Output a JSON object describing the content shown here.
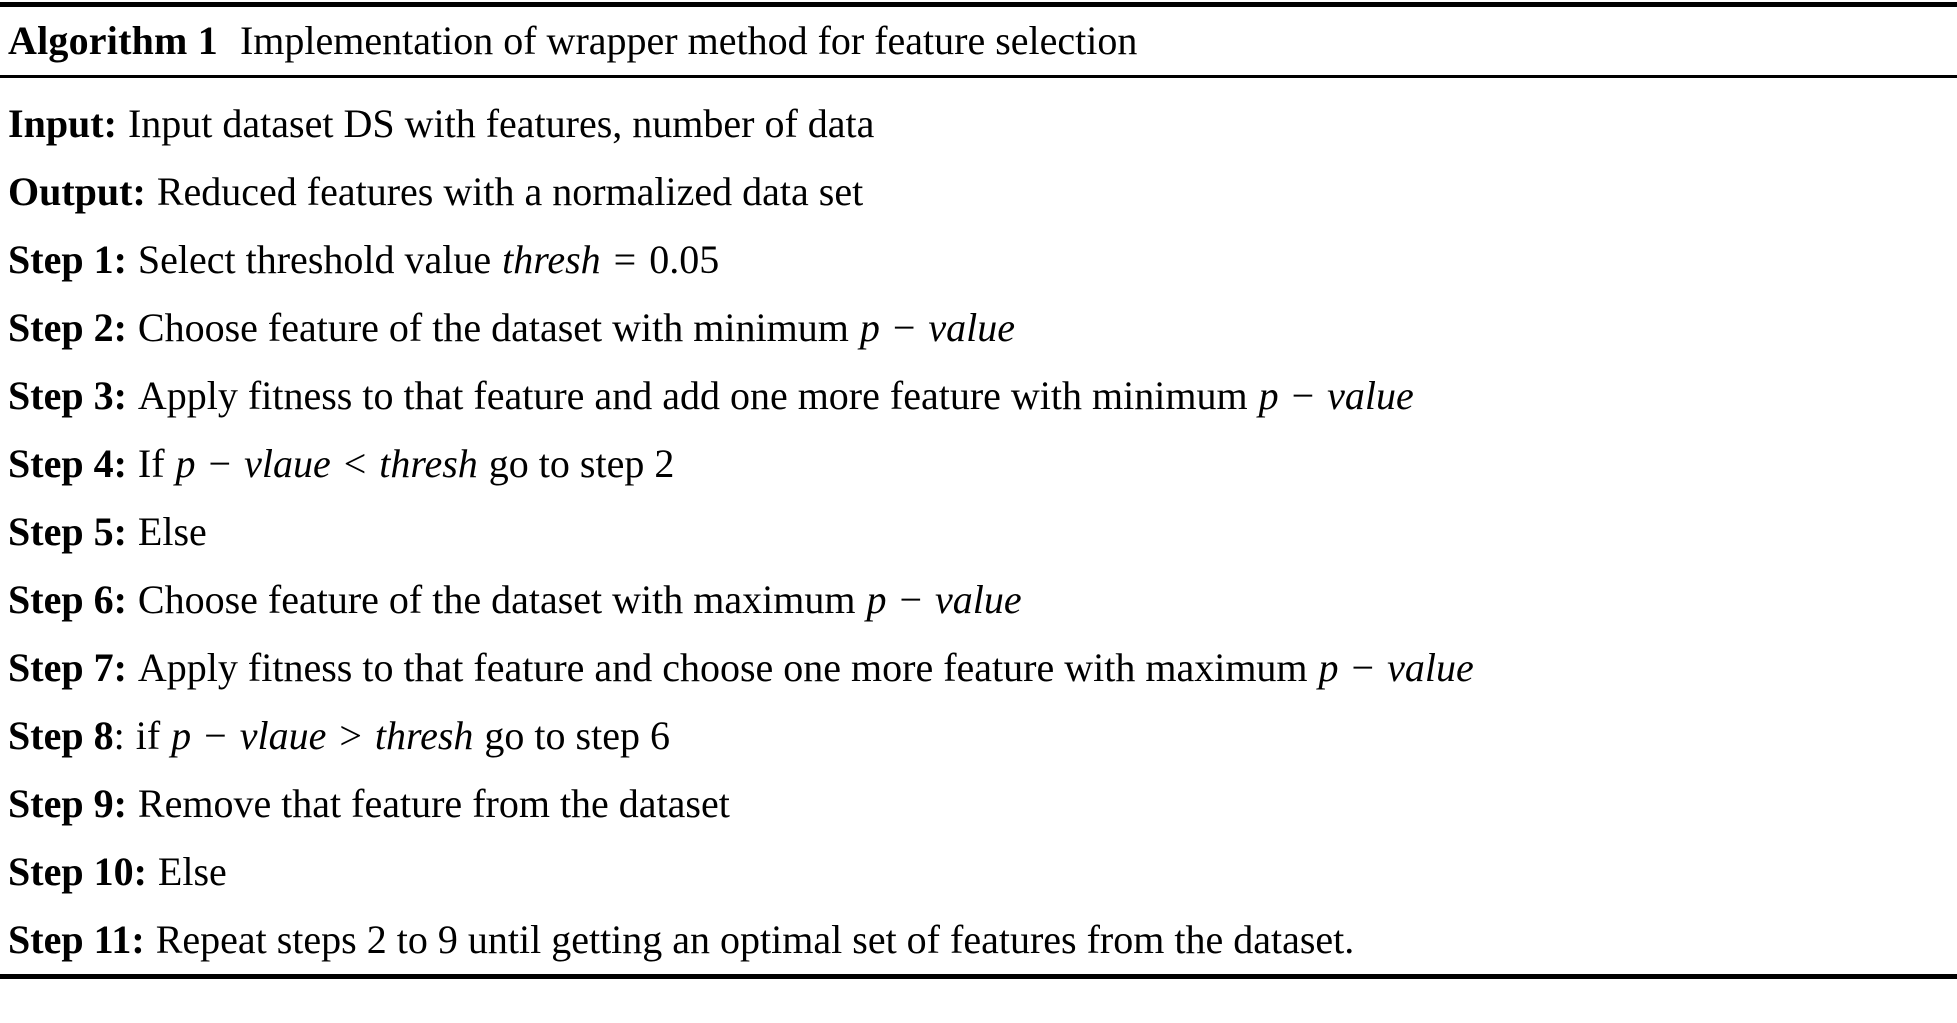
{
  "header": {
    "algorithm_label": "Algorithm 1",
    "title": "Implementation of wrapper method for feature selection"
  },
  "lines": [
    {
      "label": "Input:",
      "text": "Input dataset DS with features, number of data"
    },
    {
      "label": "Output:",
      "text": "Reduced features with a normalized data set"
    },
    {
      "label": "Step 1:",
      "pre": "Select threshold value",
      "math1": "thresh",
      "op": "=",
      "post": "0.05"
    },
    {
      "label": "Step 2:",
      "pre": "Choose feature of the dataset with minimum",
      "math1": "p",
      "op": "−",
      "math2": "value"
    },
    {
      "label": "Step 3:",
      "pre": "Apply fitness to that feature and add one more feature with minimum",
      "math1": "p",
      "op": "−",
      "math2": "value"
    },
    {
      "label": "Step 4:",
      "pre": "If",
      "math1": "p",
      "op": "−",
      "math2": "vlaue",
      "op2": "<",
      "math3": "thresh",
      "post": "go to step 2"
    },
    {
      "label": "Step 5:",
      "text": "Else"
    },
    {
      "label": "Step 6:",
      "pre": "Choose feature of the dataset with maximum",
      "math1": "p",
      "op": "−",
      "math2": "value"
    },
    {
      "label": "Step 7:",
      "pre": "Apply fitness to that feature and choose one more feature with maximum",
      "math1": "p",
      "op": "−",
      "math2": "value"
    },
    {
      "label": "Step 8",
      "colon": ":",
      "pre": "if",
      "math1": "p",
      "op": "−",
      "math2": "vlaue",
      "op2": ">",
      "math3": "thresh",
      "post": "go to step 6"
    },
    {
      "label": "Step 9:",
      "text": "Remove that feature from the dataset"
    },
    {
      "label": "Step 10:",
      "text": "Else"
    },
    {
      "label": "Step 11:",
      "text": "Repeat steps 2 to 9 until getting an optimal set of features from the dataset."
    }
  ]
}
